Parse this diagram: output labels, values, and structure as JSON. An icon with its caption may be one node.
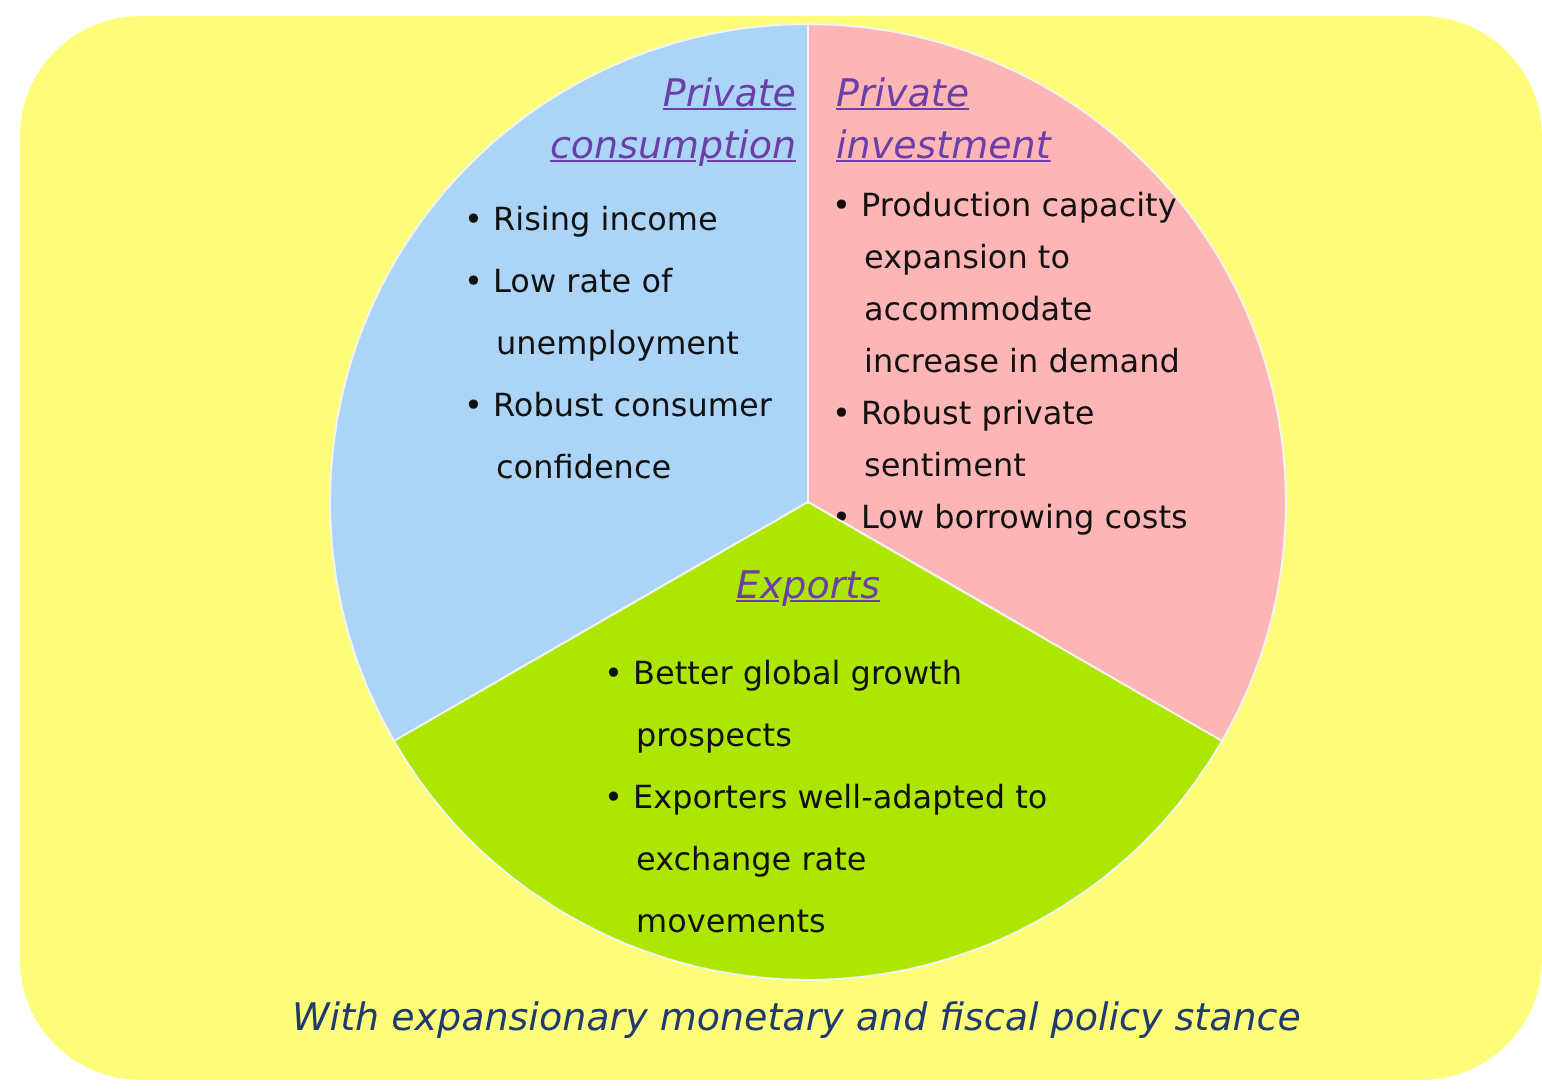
{
  "diagram": {
    "nodes": [
      {
        "text": [
          "With expansionary monetary and fiscal policy stance"
        ]
      },
      {
        "text": [
          "Private consumption",
          "• Rising income",
          "• Low rate of unemployment",
          "• Robust consumer confidence"
        ],
        "in": 0
      },
      {
        "text": [
          "Private investment",
          "• Production capacity expansion to accommodate increase in demand",
          "• Robust private sentiment",
          "• Low borrowing costs"
        ],
        "in": 0
      },
      {
        "text": [
          "Exports",
          "• Better global growth prospects",
          "• Exporters well-adapted to exchange rate movements"
        ],
        "in": 0
      }
    ]
  }
}
